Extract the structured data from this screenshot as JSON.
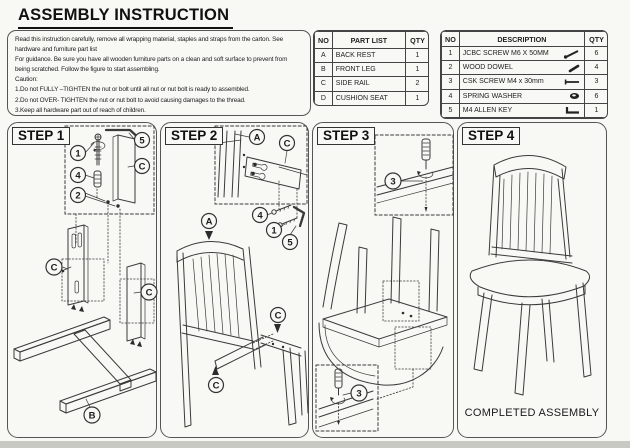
{
  "title": "ASSEMBLY INSTRUCTION",
  "intro": {
    "lines": [
      "Read this instruction carefully, remove all wrapping material, staples and straps from the carton. See",
      "hardware and furniture part list",
      "For guidance. Be sure you have all wooden furniture parts on a clean and soft surface to prevent from",
      "being scratched. Follow the figure to start assembling.",
      "Caution:",
      "1.Do not FULLY –TIGHTEN the nut or bolt until all nut or nut bolt is ready to assembled.",
      "2.Do not OVER- TIGHTEN the nut or nut bolt to avoid causing damages to the thread.",
      "3.Keep all hardware part out of reach of children."
    ]
  },
  "part_list": {
    "headers": {
      "no": "NO",
      "part": "PART LIST",
      "qty": "QTY"
    },
    "rows": [
      {
        "no": "A",
        "part": "BACK REST",
        "qty": "1"
      },
      {
        "no": "B",
        "part": "FRONT LEG",
        "qty": "1"
      },
      {
        "no": "C",
        "part": "SIDE RAIL",
        "qty": "2"
      },
      {
        "no": "D",
        "part": "CUSHION SEAT",
        "qty": "1"
      }
    ]
  },
  "hardware_list": {
    "headers": {
      "no": "NO",
      "description": "DESCRIPTION",
      "qty": "QTY"
    },
    "rows": [
      {
        "no": "1",
        "description": "JCBC SCREW M6 X 50MM",
        "icon": "long-screw-icon",
        "qty": "6"
      },
      {
        "no": "2",
        "description": "WOOD DOWEL",
        "icon": "wood-dowel-icon",
        "qty": "4"
      },
      {
        "no": "3",
        "description": "CSK SCREW M4 x 30mm",
        "icon": "flat-screw-icon",
        "qty": "3"
      },
      {
        "no": "4",
        "description": "SPRING WASHER",
        "icon": "spring-washer-icon",
        "qty": "6"
      },
      {
        "no": "5",
        "description": "M4 ALLEN KEY",
        "icon": "allen-key-icon",
        "qty": "1"
      }
    ]
  },
  "steps": [
    {
      "label": "STEP 1",
      "callouts": [
        "1",
        "4",
        "2",
        "5",
        "C",
        "C",
        "C",
        "B"
      ]
    },
    {
      "label": "STEP 2",
      "callouts": [
        "A",
        "C",
        "4",
        "1",
        "5",
        "A",
        "C",
        "C"
      ]
    },
    {
      "label": "STEP 3",
      "callouts": [
        "3",
        "3"
      ]
    },
    {
      "label": "STEP 4",
      "callouts": [],
      "caption": "COMPLETED ASSEMBLY"
    }
  ],
  "colors": {
    "ink": "#3a3a3a",
    "paper": "#f8f8f4",
    "border": "#555555"
  }
}
